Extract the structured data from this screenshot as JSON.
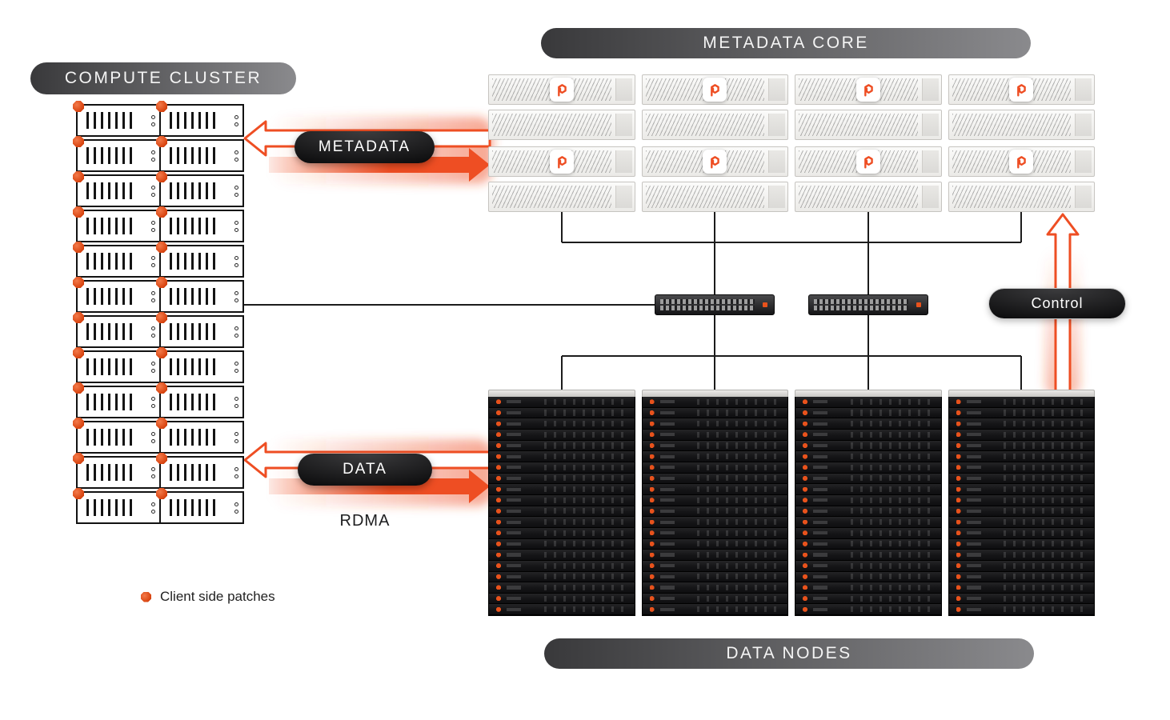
{
  "colors": {
    "orange": "#ee4e23",
    "pill_dark": "#0b0b0c",
    "banner_gradient_start": "#39393b",
    "banner_gradient_end": "#8a8a8d",
    "line": "#1c1c1c"
  },
  "banners": {
    "metadata_core": "METADATA CORE",
    "compute_cluster": "COMPUTE CLUSTER",
    "data_nodes": "DATA NODES"
  },
  "labels": {
    "metadata": "METADATA",
    "data": "DATA",
    "control": "Control",
    "rdma": "RDMA"
  },
  "legend": {
    "text": "Client side patches"
  },
  "compute_cluster": {
    "rows": 12,
    "units_per_row": 2
  },
  "metadata_core": {
    "columns": 4,
    "chassis_per_column": 2
  },
  "switches": {
    "count": 2
  },
  "data_nodes": {
    "stacks": 4,
    "units_per_stack": 20
  }
}
